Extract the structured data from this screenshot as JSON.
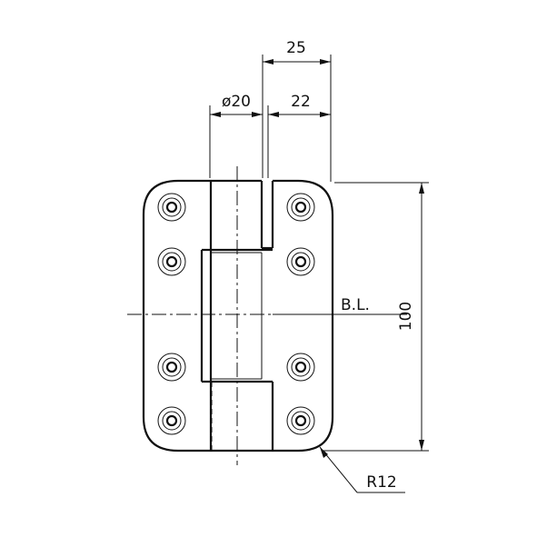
{
  "dimensions": {
    "total_width": "25",
    "pin_diameter": "ø20",
    "leaf_offset": "22",
    "height": "100",
    "corner_radius": "R12"
  },
  "labels": {
    "bearing_line": "B.L."
  },
  "colors": {
    "line": "#111111",
    "background": "#ffffff"
  }
}
